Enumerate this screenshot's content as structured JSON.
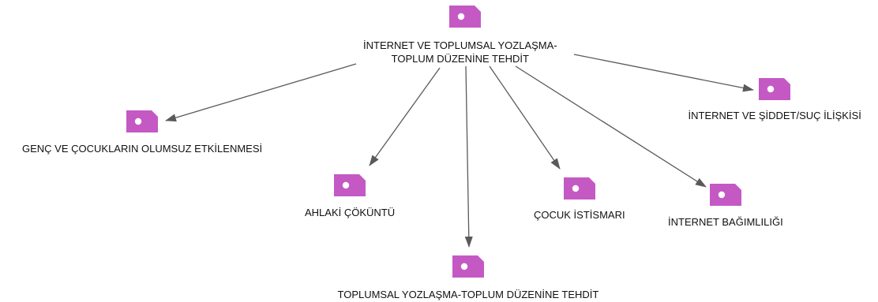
{
  "colors": {
    "tag": "#c459c4",
    "edge": "#5a5a5a",
    "text": "#111111"
  },
  "nodes": [
    {
      "id": "root",
      "icon": "tag-icon",
      "label_lines": [
        "İNTERNET VE TOPLUMSAL YOZLAŞMA-",
        "TOPLUM DÜZENİNE TEHDİT"
      ]
    },
    {
      "id": "n1",
      "icon": "tag-icon",
      "label_lines": [
        "İNTERNET VE ŞİDDET/SUÇ İLİŞKİSİ"
      ]
    },
    {
      "id": "n2",
      "icon": "tag-icon",
      "label_lines": [
        "GENÇ VE ÇOCUKLARIN OLUMSUZ ETKİLENMESİ"
      ]
    },
    {
      "id": "n3",
      "icon": "tag-icon",
      "label_lines": [
        "AHLAKİ ÇÖKÜNTÜ"
      ]
    },
    {
      "id": "n4",
      "icon": "tag-icon",
      "label_lines": [
        "ÇOCUK İSTİSMARI"
      ]
    },
    {
      "id": "n5",
      "icon": "tag-icon",
      "label_lines": [
        "İNTERNET BAĞIMLILIĞI"
      ]
    },
    {
      "id": "n6",
      "icon": "tag-icon",
      "label_lines": [
        "TOPLUMSAL YOZLAŞMA-TOPLUM DÜZENİNE TEHDİT"
      ]
    }
  ],
  "edges": [
    {
      "from": "root",
      "to": "n1"
    },
    {
      "from": "root",
      "to": "n2"
    },
    {
      "from": "root",
      "to": "n3"
    },
    {
      "from": "root",
      "to": "n4"
    },
    {
      "from": "root",
      "to": "n5"
    },
    {
      "from": "root",
      "to": "n6"
    }
  ]
}
